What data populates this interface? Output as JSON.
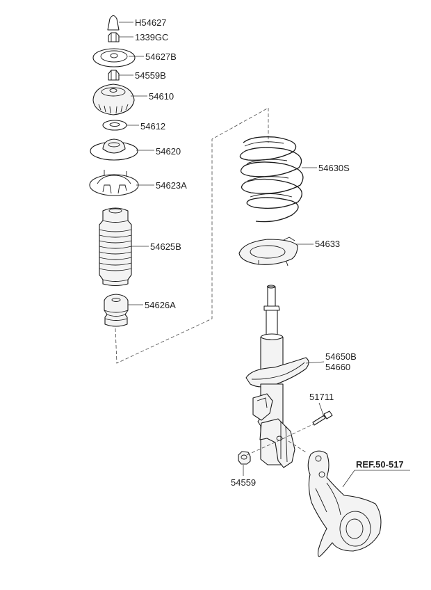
{
  "parts": [
    {
      "number": "H54627"
    },
    {
      "number": "1339GC"
    },
    {
      "number": "54627B"
    },
    {
      "number": "54559B"
    },
    {
      "number": "54610"
    },
    {
      "number": "54612"
    },
    {
      "number": "54620"
    },
    {
      "number": "54623A"
    },
    {
      "number": "54625B"
    },
    {
      "number": "54626A"
    },
    {
      "number": "54630S"
    },
    {
      "number": "54633"
    },
    {
      "number": "54650B"
    },
    {
      "number": "54660"
    },
    {
      "number": "51711"
    },
    {
      "number": "54559"
    }
  ],
  "reference": {
    "text": "REF.50-517"
  }
}
